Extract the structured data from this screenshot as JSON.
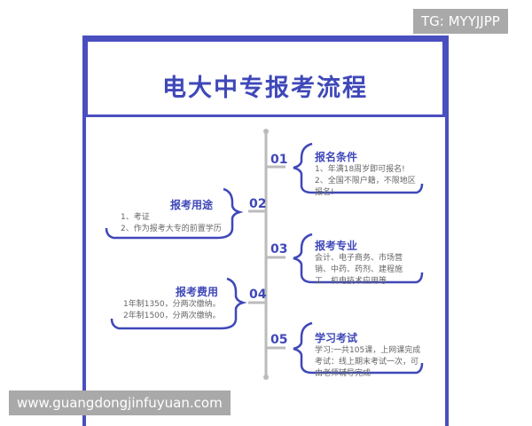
{
  "title": "电大中专报考流程",
  "watermark_top": "TG: MYYJJPP",
  "watermark_bottom": "www.guangdongjinfuyuan.com",
  "accent": "#4a4fc0",
  "steps": [
    {
      "num": "01",
      "heading": "报名条件",
      "lines": [
        "1、年满18周岁即可报名!",
        "2、全国不限户籍，不限地区",
        "报名!"
      ]
    },
    {
      "num": "02",
      "heading": "报考用途",
      "lines": [
        "1、考证",
        "2、作为报考大专的前置学历"
      ]
    },
    {
      "num": "03",
      "heading": "报考专业",
      "lines": [
        "会计、电子商务、市场营",
        "销、中药、药剂、建程施",
        "工、机电技术应用等"
      ]
    },
    {
      "num": "04",
      "heading": "报考费用",
      "lines": [
        "1年制1350，分两次缴纳。",
        "2年制1500，分两次缴纳。"
      ]
    },
    {
      "num": "05",
      "heading": "学习考试",
      "lines": [
        "学习:一共105课，上网课完成",
        "考试：线上期末考试一次，可",
        "由老师辅导完成"
      ]
    }
  ]
}
